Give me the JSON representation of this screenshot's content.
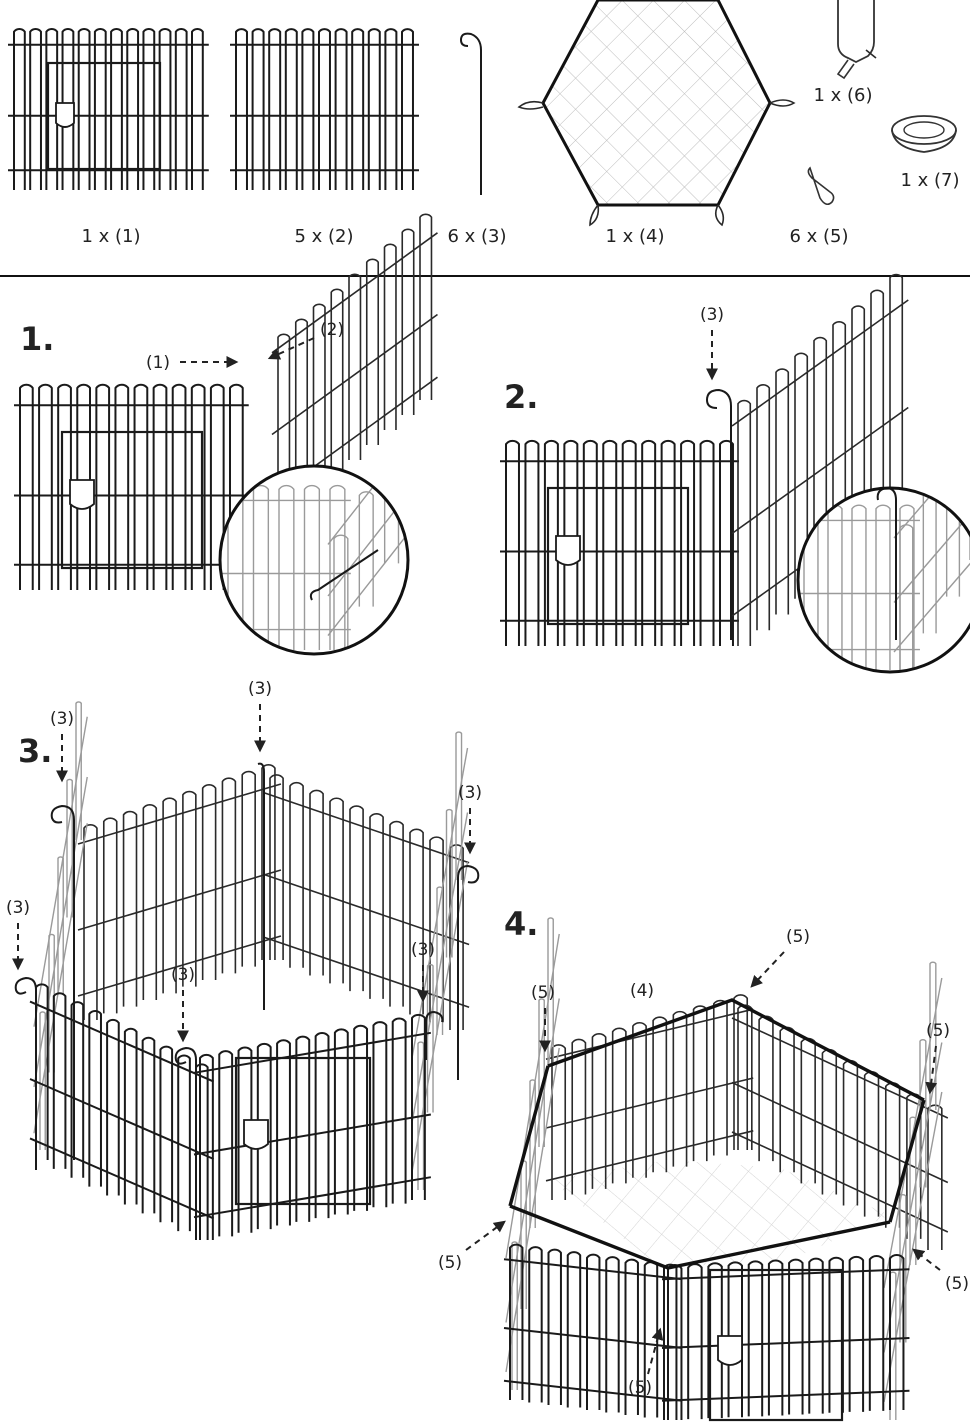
{
  "parts": {
    "part1": "1 x (1)",
    "part2": "5 x (2)",
    "part3": "6 x (3)",
    "part4": "1 x (4)",
    "part5": "6 x (5)",
    "part6": "1 x (6)",
    "part7": "1 x (7)"
  },
  "steps": {
    "s1": {
      "number": "1.",
      "callout_a": "(1)",
      "callout_b": "(2)"
    },
    "s2": {
      "number": "2.",
      "callout_a": "(3)"
    },
    "s3": {
      "number": "3.",
      "callouts": [
        "(3)",
        "(3)",
        "(3)",
        "(3)",
        "(3)",
        "(3)"
      ]
    },
    "s4": {
      "number": "4.",
      "callout_top": "(5)",
      "callout_left_top": "(5)",
      "callout_mat": "(4)",
      "callout_right_top": "(5)",
      "callout_left_bottom": "(5)",
      "callout_right_bottom": "(5)",
      "callout_front": "(5)"
    }
  }
}
